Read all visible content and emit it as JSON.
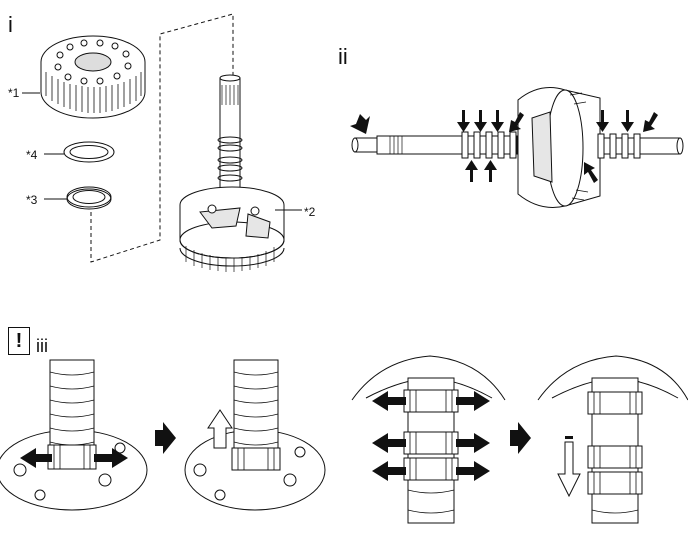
{
  "sections": {
    "i": "i",
    "ii": "ii",
    "iii": "iii"
  },
  "callouts": {
    "c1": "*1",
    "c2": "*2",
    "c3": "*3",
    "c4": "*4"
  },
  "warning_symbol": "!",
  "colors": {
    "line": "#111111",
    "shade": "#cfcfcf",
    "light": "#eeeeee"
  }
}
